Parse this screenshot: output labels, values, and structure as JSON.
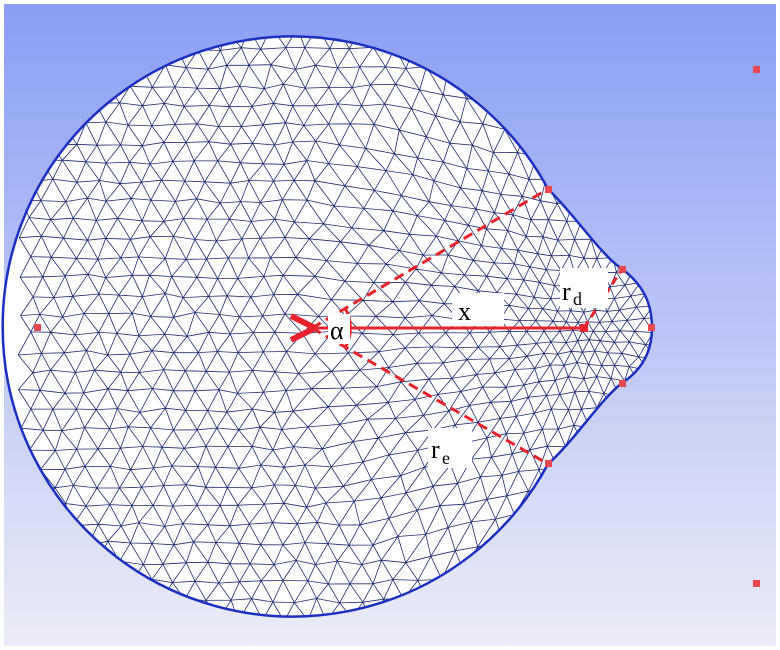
{
  "labels": {
    "x": "x",
    "alpha": "α",
    "rd_main": "r",
    "rd_sub": "d",
    "re_main": "r",
    "re_sub": "e"
  },
  "colors": {
    "background_top": "#8a9ef5",
    "background_bottom": "#ecedf7",
    "mesh": "#1f2a6e",
    "boundary": "#1a2fc4",
    "annotation": "#e8212a",
    "label_box": "#ffffff"
  },
  "icons": {
    "vertex_marker": "square-marker-icon"
  }
}
